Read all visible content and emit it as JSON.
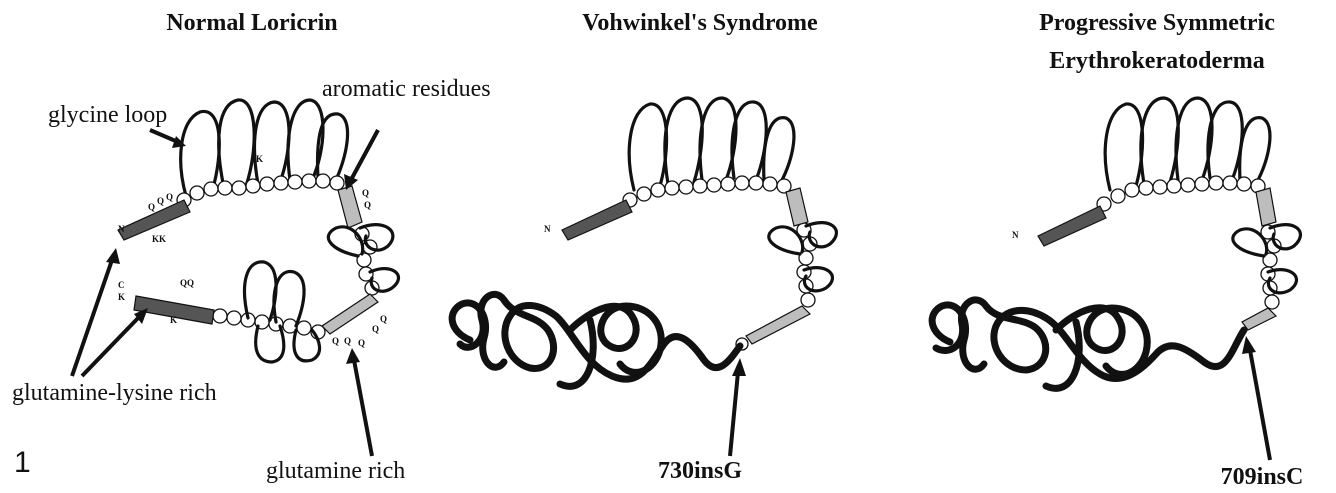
{
  "figure_number": "1",
  "panels": [
    {
      "title": "Normal Loricrin",
      "labels": {
        "glycine_loop": "glycine loop",
        "aromatic_residues": "aromatic residues",
        "glutamine_lysine_rich": "glutamine-lysine rich",
        "glutamine_rich": "glutamine rich"
      },
      "termini": {
        "n": "N",
        "c": "C"
      },
      "residue_marks": {
        "q1": "Q",
        "q2": "Q",
        "q3": "Q",
        "kk": "KK",
        "k1": "K",
        "k2": "K",
        "qq1": "QQ",
        "qq2": "Q",
        "qq3": "Q",
        "q4": "Q",
        "q5": "Q",
        "q6": "Q",
        "k3": "K",
        "q7": "Q",
        "q8": "Q"
      }
    },
    {
      "title": "Vohwinkel's Syndrome",
      "termini": {
        "n": "N"
      },
      "mutation": "730insG"
    },
    {
      "title_line1": "Progressive Symmetric",
      "title_line2": "Erythrokeratoderma",
      "termini": {
        "n": "N"
      },
      "mutation": "709insC"
    }
  ]
}
